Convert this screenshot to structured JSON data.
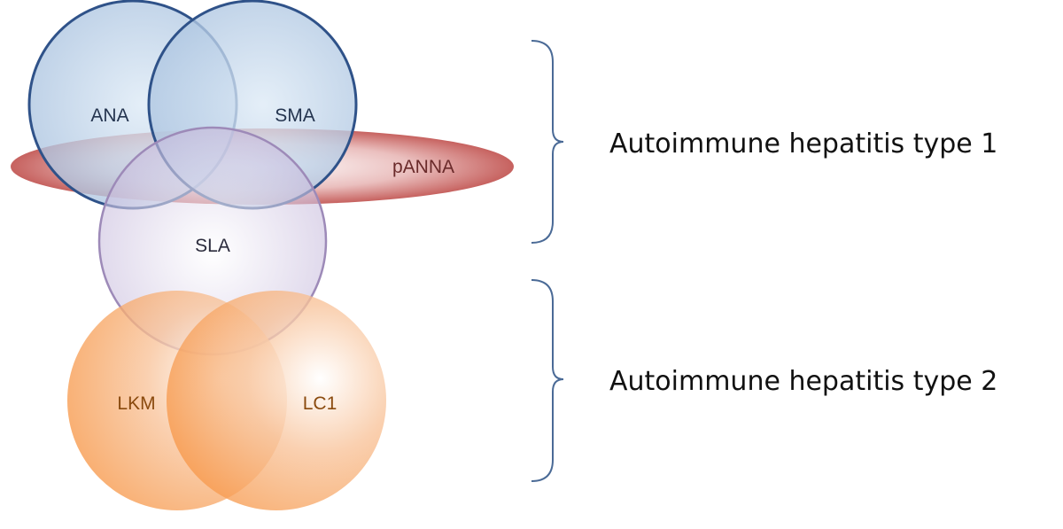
{
  "circles": {
    "ana": "ANA",
    "sma": "SMA",
    "panna": "pANNA",
    "sla": "SLA",
    "lkm": "LKM",
    "lc1": "LC1"
  },
  "groups": {
    "type1": "Autoimmune hepatitis type 1",
    "type2": "Autoimmune hepatitis type 2"
  },
  "colors": {
    "blue_fill": "#b9cde4",
    "blue_stroke": "#2f5289",
    "red_fill": "#c0504d",
    "purple_fill": "#c9bddc",
    "purple_stroke": "#9d8ab8",
    "orange_fill": "#f79646",
    "bracket": "#4a6a96"
  }
}
